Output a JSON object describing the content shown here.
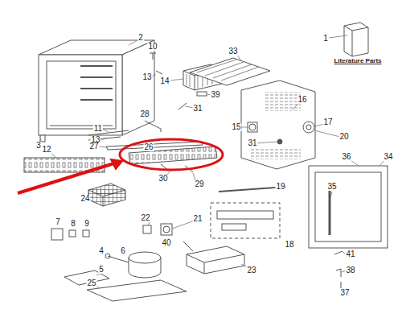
{
  "diagram": {
    "labels": [
      "1",
      "Literature Parts",
      "2",
      "10",
      "13",
      "14",
      "39",
      "33",
      "28",
      "31",
      "16",
      "15",
      "17",
      "20",
      "31",
      "3",
      "11",
      "13",
      "12",
      "27",
      "26",
      "36",
      "34",
      "35",
      "30",
      "29",
      "19",
      "24",
      "18",
      "22",
      "21",
      "7",
      "8",
      "9",
      "40",
      "4",
      "6",
      "41",
      "38",
      "5",
      "23",
      "25",
      "37"
    ]
  }
}
